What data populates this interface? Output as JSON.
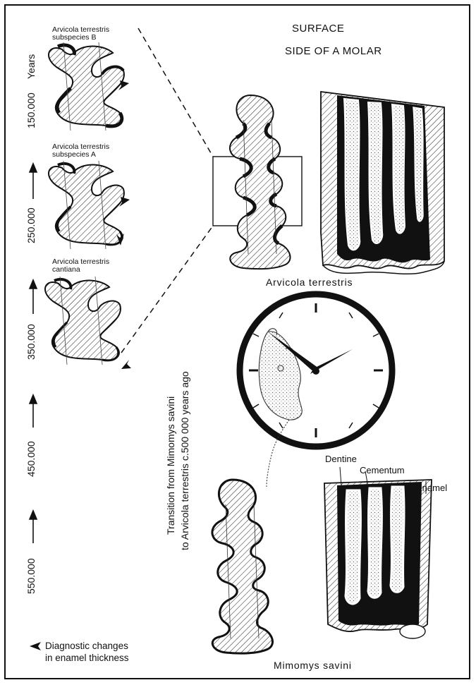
{
  "header": {
    "line1": "SURFACE",
    "line2": "SIDE OF A MOLAR"
  },
  "timeline": {
    "years_label": "Years",
    "ticks": [
      "150.000",
      "250.000",
      "350.000",
      "450.000",
      "550.000"
    ]
  },
  "subspecies": [
    {
      "line1": "Arvicola terrestris",
      "line2": "subspecies B"
    },
    {
      "line1": "Arvicola terrestris",
      "line2": "subspecies A"
    },
    {
      "line1": "Arvicola terrestris",
      "line2": "cantiana"
    }
  ],
  "species": {
    "upper": "Arvicola terrestris",
    "lower": "Mimomys savini"
  },
  "transition": {
    "line1": "Transition from Mimomys savini",
    "line2": "to Arvicola terrestris c.500 000 years ago"
  },
  "tissues": {
    "dentine": "Dentine",
    "cementum": "Cementum",
    "enamel": "Enamel"
  },
  "legend": {
    "line1": "Diagnostic changes",
    "line2": "in enamel thickness"
  },
  "icons": {
    "arrow": "up-arrow-icon",
    "marker": "diagnostic-marker-icon",
    "clock": "clock-icon",
    "vole": "vole-icon"
  }
}
